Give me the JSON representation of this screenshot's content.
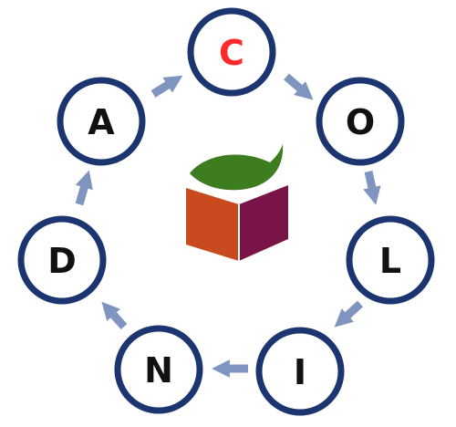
{
  "nodes": [
    {
      "letter": "C",
      "color": "#ff2a2a"
    },
    {
      "letter": "O",
      "color": "#111111"
    },
    {
      "letter": "L",
      "color": "#111111"
    },
    {
      "letter": "I",
      "color": "#111111"
    },
    {
      "letter": "N",
      "color": "#111111"
    },
    {
      "letter": "D",
      "color": "#111111"
    },
    {
      "letter": "A",
      "color": "#111111"
    }
  ],
  "colors": {
    "ring": "#1c3570",
    "arrow": "#7f95c0",
    "cube_left": "#c94a1f",
    "cube_right": "#7a1448",
    "leaf": "#3e7d1f"
  },
  "center_icon": "open-box-with-leaf-icon"
}
